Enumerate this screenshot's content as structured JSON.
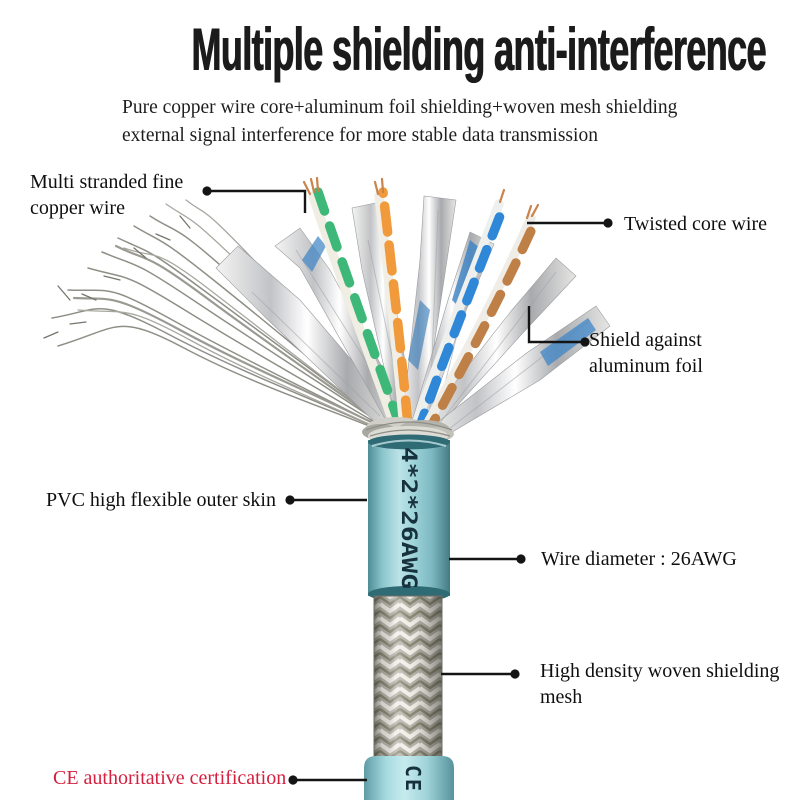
{
  "header": {
    "title": "Multiple shielding anti-interference",
    "subtitle_line1": "Pure copper wire core+aluminum foil shielding+woven mesh shielding",
    "subtitle_line2": "external signal interference for more stable data transmission"
  },
  "annotations": {
    "multi_stranded": "Multi stranded fine copper wire",
    "twisted_core": "Twisted core wire",
    "shield_foil": "Shield against aluminum foil",
    "pvc_skin": "PVC high flexible outer skin",
    "wire_diameter": "Wire diameter : 26AWG",
    "woven_mesh": "High density woven shielding mesh",
    "ce_cert": "CE authoritative certification"
  },
  "cable": {
    "print_label": "4*2*26AWG",
    "ce_mark": "CE"
  },
  "colors": {
    "jacket_teal": "#9ed4da",
    "cert_red": "#d41f3e",
    "leader_black": "#141414",
    "wire_green": "#3eb878",
    "wire_orange": "#f09a3c",
    "wire_blue": "#2f87d8",
    "wire_brown": "#bf8047",
    "foil_silver": "#d9d9dc"
  }
}
